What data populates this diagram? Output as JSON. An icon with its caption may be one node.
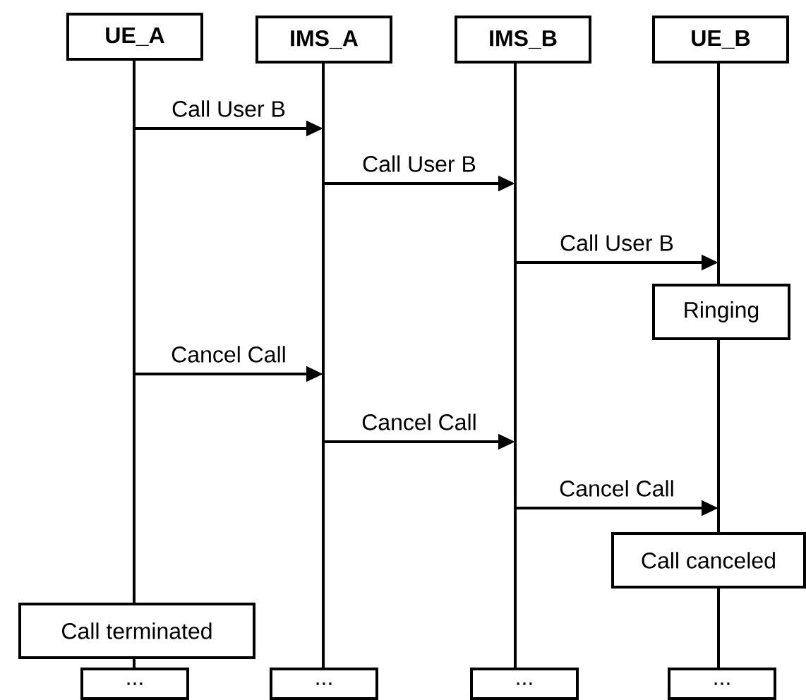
{
  "diagram": {
    "nodes": [
      {
        "text": [
          "UE_A"
        ]
      },
      {
        "text": [
          "IMS_A"
        ]
      },
      {
        "text": [
          "IMS_B"
        ]
      },
      {
        "text": [
          "UE_B"
        ]
      },
      {
        "text": [
          "Ringing"
        ]
      },
      {
        "text": [
          "Call canceled"
        ]
      },
      {
        "text": [
          "Call terminated"
        ]
      },
      {
        "text": [
          "..."
        ]
      },
      {
        "text": [
          "..."
        ]
      },
      {
        "text": [
          "..."
        ]
      },
      {
        "text": [
          "..."
        ]
      }
    ],
    "labels": [
      "Call User B",
      "Call User B",
      "Call User B",
      "Cancel Call",
      "Cancel Call",
      "Cancel Call"
    ],
    "edges": [
      {
        "from": 0,
        "to": 6,
        "arrow": "none"
      },
      {
        "from": 6,
        "to": 7,
        "arrow": "none"
      },
      {
        "from": 1,
        "to": 8,
        "arrow": "none"
      },
      {
        "from": 2,
        "to": 9,
        "arrow": "none"
      },
      {
        "from": 3,
        "to": 4,
        "arrow": "none"
      },
      {
        "from": 4,
        "to": 5,
        "arrow": "none"
      },
      {
        "from": 5,
        "to": 10,
        "arrow": "none"
      }
    ]
  }
}
